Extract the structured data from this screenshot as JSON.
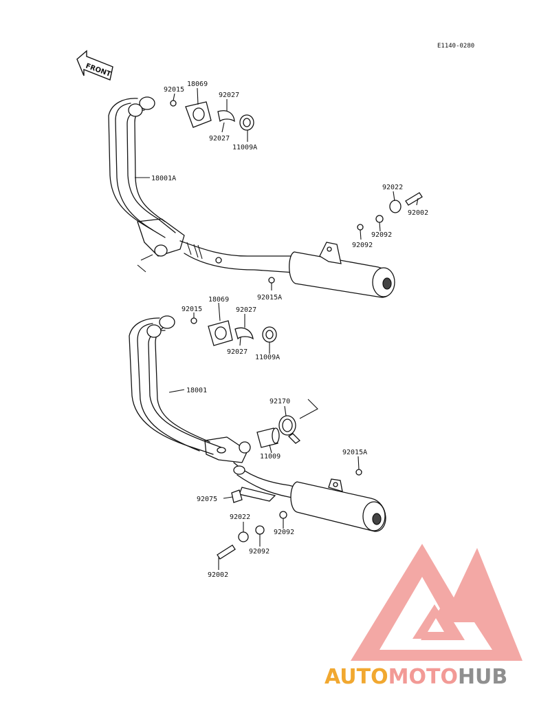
{
  "drawing_code": "E1140-0280",
  "front_label": "FRONT",
  "upper_labels": {
    "p92015": "92015",
    "p18069": "18069",
    "p92027a": "92027",
    "p92027b": "92027",
    "p11009A": "11009A",
    "p18001A": "18001A",
    "p92022": "92022",
    "p92002": "92002",
    "p92092a": "92092",
    "p92092b": "92092",
    "p92015A": "92015A"
  },
  "lower_labels": {
    "p92015": "92015",
    "p18069": "18069",
    "p92027a": "92027",
    "p92027b": "92027",
    "p11009A": "11009A",
    "p18001": "18001",
    "p92170": "92170",
    "p11009": "11009",
    "p92015A": "92015A",
    "p92075": "92075",
    "p92022": "92022",
    "p92092a": "92092",
    "p92092b": "92092",
    "p92002": "92002"
  },
  "watermark": {
    "part1": "AUTO",
    "part2": "MOTO",
    "part3": "HUB",
    "color_auto": "#f1a830",
    "color_moto": "#f29a96",
    "color_hub": "#8f8f8f"
  }
}
